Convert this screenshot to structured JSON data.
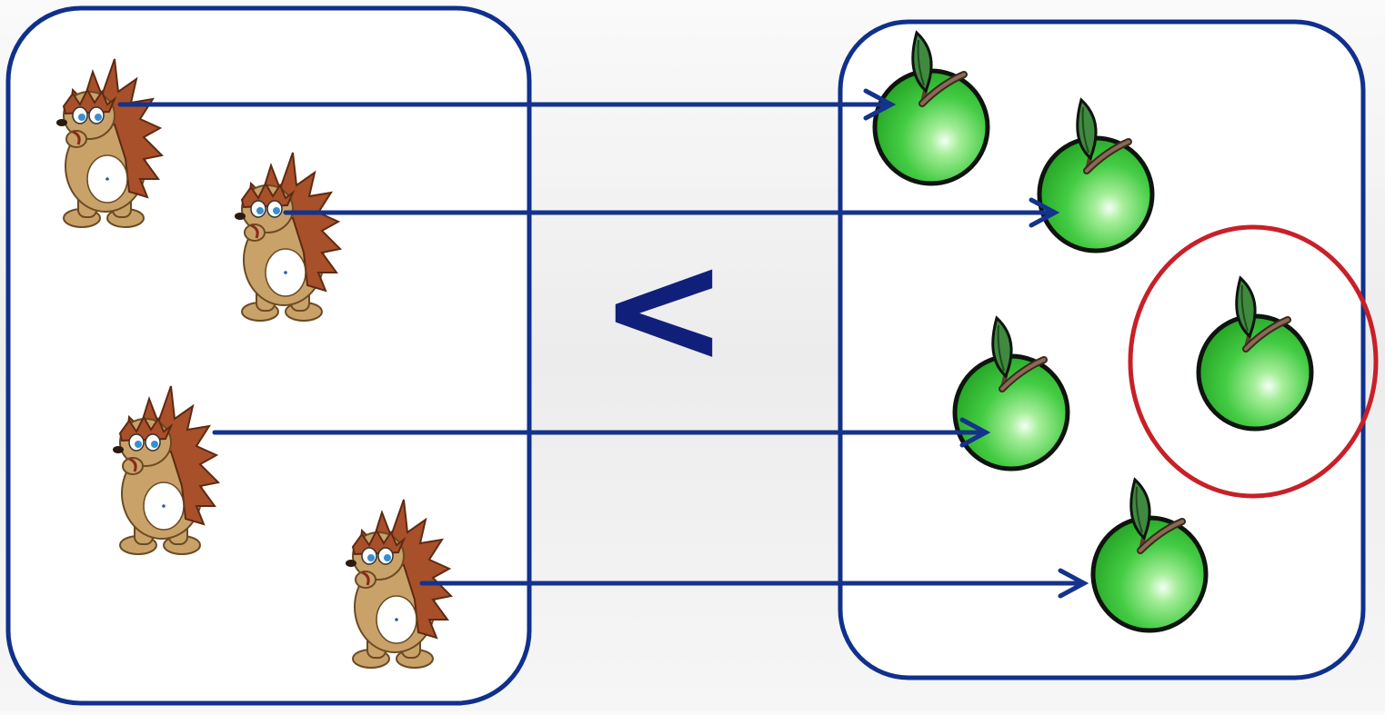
{
  "comparison": {
    "sign": "<"
  },
  "left_set": {
    "item": "hedgehog",
    "count": 4
  },
  "right_set": {
    "item": "apple",
    "count": 5,
    "matched": 4,
    "unmatched": 1
  },
  "colors": {
    "set_border": "#10308c",
    "arrow": "#14338c",
    "highlight_circle": "#c82028",
    "apple_green": "#3fc93f",
    "hedgehog_spines": "#a8502a",
    "hedgehog_body": "#c9a26a"
  },
  "icons": [
    "hedgehog-icon",
    "apple-icon",
    "arrow-icon",
    "highlight-circle"
  ]
}
